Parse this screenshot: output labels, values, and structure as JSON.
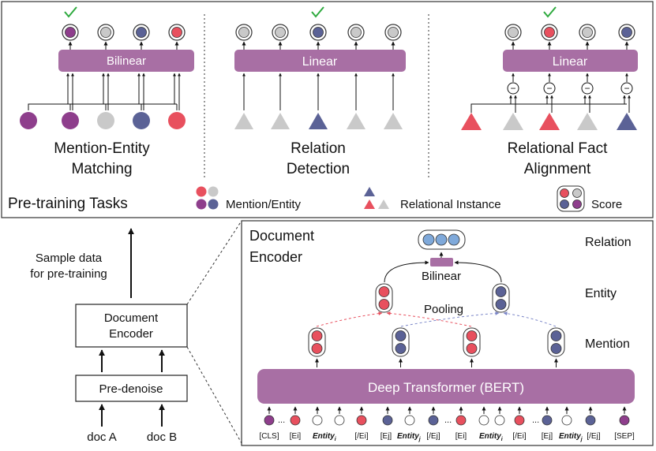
{
  "colors": {
    "purple": "#8E3E8C",
    "blue": "#5B6296",
    "gray": "#C9C9C9",
    "red": "#E8505E",
    "bar": "#A86FA4",
    "light_blue": "#7FA9DA",
    "check": "#2EAA3E"
  },
  "tasks": {
    "bilinear": "Bilinear",
    "linear_1": "Linear",
    "linear_2": "Linear",
    "task1_title": [
      "Mention-Entity",
      "Matching"
    ],
    "task2_title": [
      "Relation",
      "Detection"
    ],
    "task3_title": [
      "Relational Fact",
      "Alignment"
    ],
    "minus_symbol": "−"
  },
  "legend": {
    "title": "Pre-training Tasks",
    "mention_entity": "Mention/Entity",
    "relational_instance": "Relational Instance",
    "score": "Score"
  },
  "left": {
    "sample_line1": "Sample data",
    "sample_line2": "for pre-training",
    "document_encoder_line1": "Document",
    "document_encoder_line2": "Encoder",
    "predenoise": "Pre-denoise",
    "doc_a": "doc A",
    "doc_b": "doc B"
  },
  "encoder": {
    "title_line1": "Document",
    "title_line2": "Encoder",
    "bilinear": "Bilinear",
    "pooling": "Pooling",
    "transformer": "Deep Transformer (BERT)",
    "level_relation": "Relation",
    "level_entity": "Entity",
    "level_mention": "Mention",
    "tokens": [
      "[CLS]",
      "...",
      "[Ei]",
      "Entity",
      "i",
      "[/Ei]",
      "[Ej]",
      "Entity",
      "j",
      "[/Ej]",
      "...",
      "[Ei]",
      "Entity",
      "i",
      "[/Ei]",
      "...",
      "[Ej]",
      "Entity",
      "j",
      "[/Ej]",
      "[SEP]"
    ]
  }
}
